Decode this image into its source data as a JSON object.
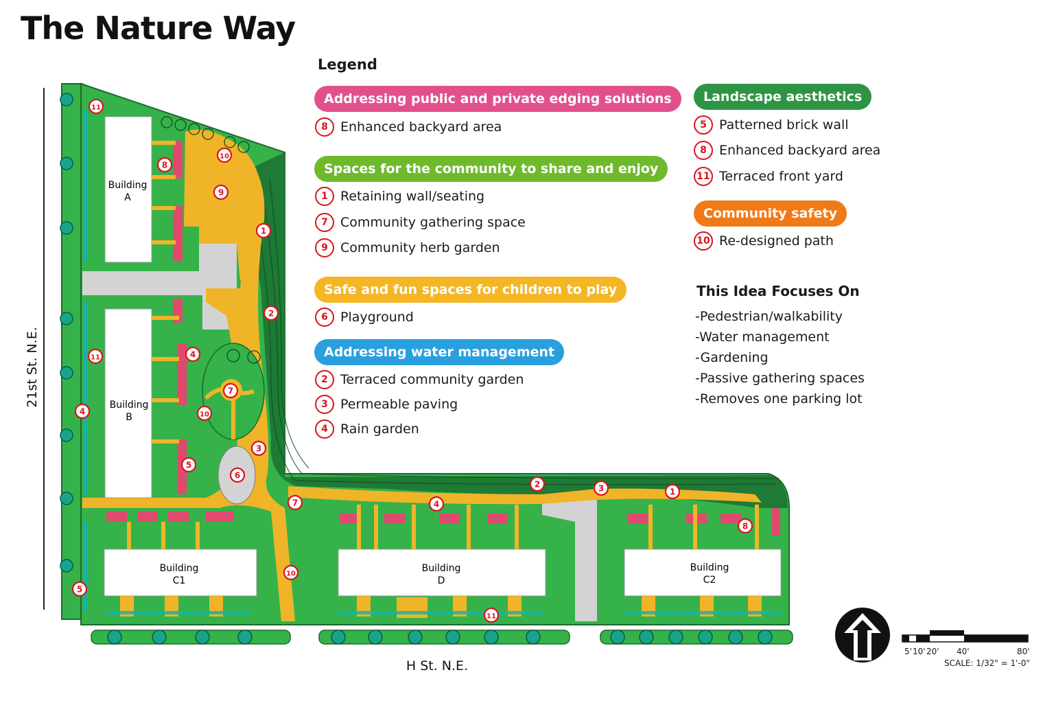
{
  "title": "The Nature Way",
  "legend": {
    "heading": "Legend",
    "groups": [
      {
        "label": "Addressing public and private edging solutions",
        "color": "#e2508c",
        "items": [
          {
            "n": "8",
            "text": "Enhanced backyard area"
          }
        ]
      },
      {
        "label": "Spaces for the community to share and enjoy",
        "color": "#6fba2c",
        "items": [
          {
            "n": "1",
            "text": "Retaining wall/seating"
          },
          {
            "n": "7",
            "text": "Community gathering space"
          },
          {
            "n": "9",
            "text": "Community herb garden"
          }
        ]
      },
      {
        "label": "Safe and fun spaces for children to play",
        "color": "#f4b625",
        "items": [
          {
            "n": "6",
            "text": "Playground"
          }
        ]
      },
      {
        "label": "Addressing water management",
        "color": "#2a9fde",
        "items": [
          {
            "n": "2",
            "text": "Terraced community garden"
          },
          {
            "n": "3",
            "text": "Permeable paving"
          },
          {
            "n": "4",
            "text": "Rain garden"
          }
        ]
      },
      {
        "label": "Landscape aesthetics",
        "color": "#2e9444",
        "items": [
          {
            "n": "5",
            "text": "Patterned brick wall"
          },
          {
            "n": "8",
            "text": "Enhanced backyard area"
          },
          {
            "n": "11",
            "text": "Terraced front yard"
          }
        ]
      },
      {
        "label": "Community safety",
        "color": "#f07a18",
        "items": [
          {
            "n": "10",
            "text": "Re-designed path"
          }
        ]
      }
    ]
  },
  "focus": {
    "heading": "This Idea Focuses On",
    "items": [
      "-Pedestrian/walkability",
      "-Water management",
      "-Gardening",
      "-Passive gathering spaces",
      "-Removes one parking lot"
    ]
  },
  "map": {
    "street_west": "21st St. N.E.",
    "street_south": "H St. N.E.",
    "buildings": [
      {
        "l1": "Building",
        "l2": "A"
      },
      {
        "l1": "Building",
        "l2": "B"
      },
      {
        "l1": "Building",
        "l2": "C1"
      },
      {
        "l1": "Building",
        "l2": "D"
      },
      {
        "l1": "Building",
        "l2": "C2"
      }
    ],
    "markers": [
      "11",
      "8",
      "10",
      "9",
      "1",
      "2",
      "4",
      "7",
      "10",
      "5",
      "6",
      "3",
      "7",
      "4",
      "2",
      "3",
      "1",
      "8",
      "11",
      "4",
      "5",
      "10",
      "11"
    ]
  },
  "scale": {
    "ticks": [
      "5'",
      "10'",
      "20'",
      "40'",
      "80'"
    ],
    "caption": "SCALE: 1/32\" = 1'-0\""
  },
  "colors": {
    "lawn": "#35b24a",
    "garden": "#1e7a35",
    "path": "#f0b428",
    "pavement": "#d3d3d3",
    "backyard": "#e04a6e",
    "water": "#14b3b0",
    "marker": "#d9141c"
  }
}
